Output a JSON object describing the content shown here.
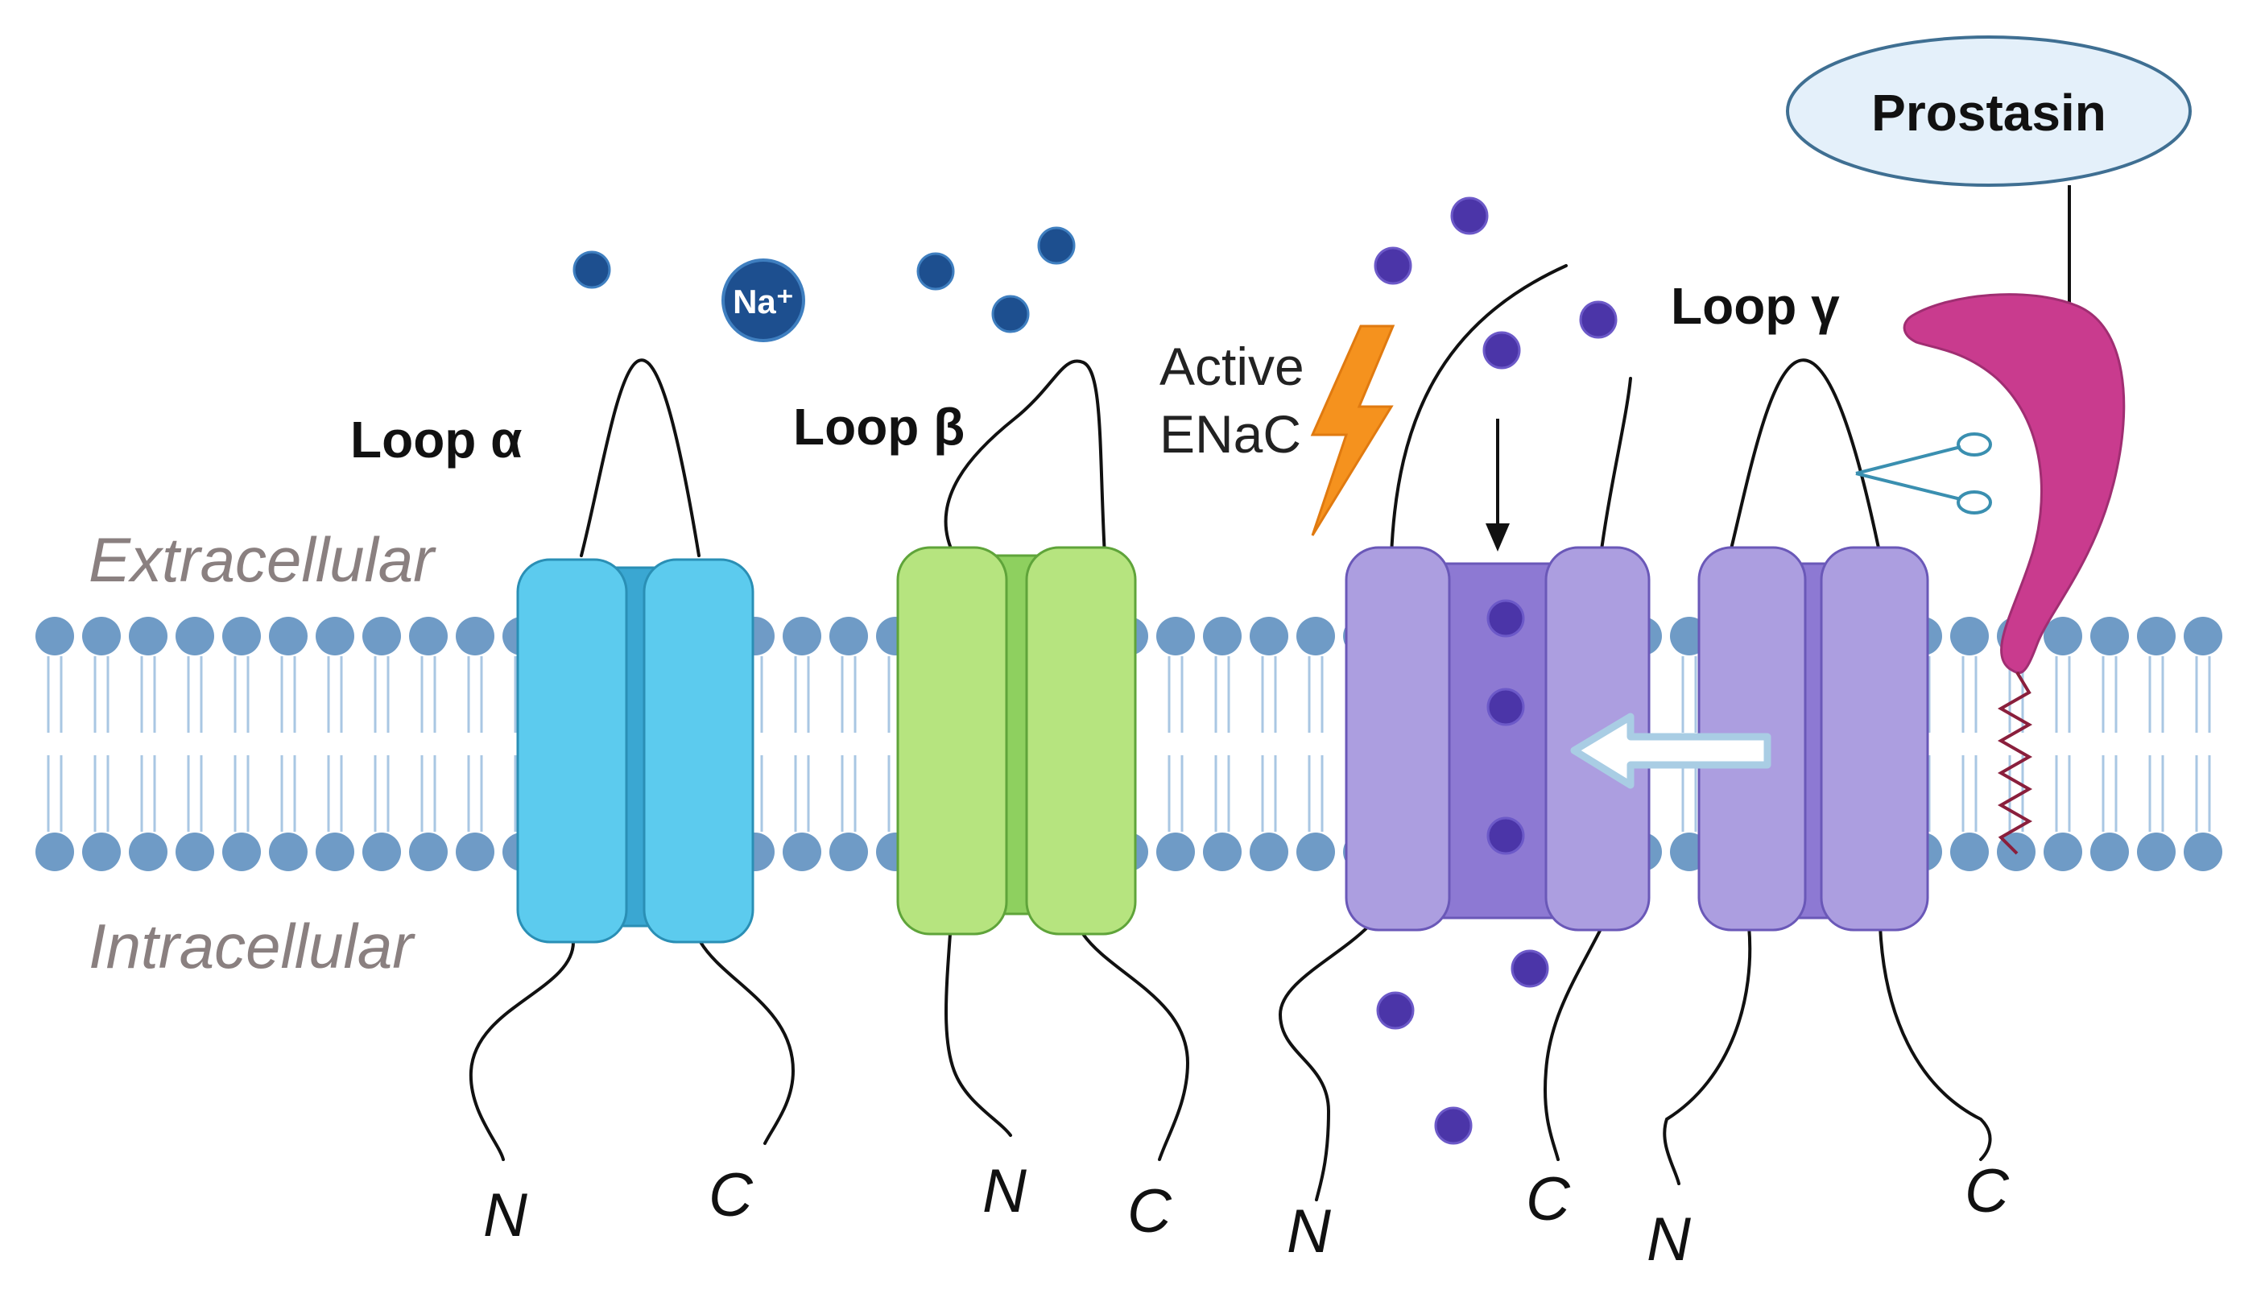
{
  "regions": {
    "extracellular": "Extracellular",
    "intracellular": "Intracellular"
  },
  "subunits": [
    {
      "loop_label": "Loop α",
      "n_label": "N",
      "c_label": "C",
      "color": "#5cc8ec"
    },
    {
      "loop_label": "Loop β",
      "n_label": "N",
      "c_label": "C",
      "color": "#b4e27e"
    },
    {
      "loop_label": "Loop γ",
      "n_label": "N",
      "c_label": "C",
      "color": "#ac9ee0"
    }
  ],
  "active_channel": {
    "label_line1": "Active",
    "label_line2": "ENaC",
    "n_label": "N",
    "c_label": "C",
    "color": "#ac9ee0"
  },
  "ion_label": "Na⁺",
  "protease_label": "Prostasin",
  "colors": {
    "membrane": "#6f9bc6",
    "sodium_ion": "#1d4f8f",
    "active_ion": "#4b35a8",
    "prostasin": "#c93b8e",
    "lightning": "#f5921e",
    "scissors": "#3a8fb0"
  },
  "icons": [
    "lightning-icon",
    "scissors-icon",
    "arrow-down-icon",
    "arrow-left-icon"
  ]
}
